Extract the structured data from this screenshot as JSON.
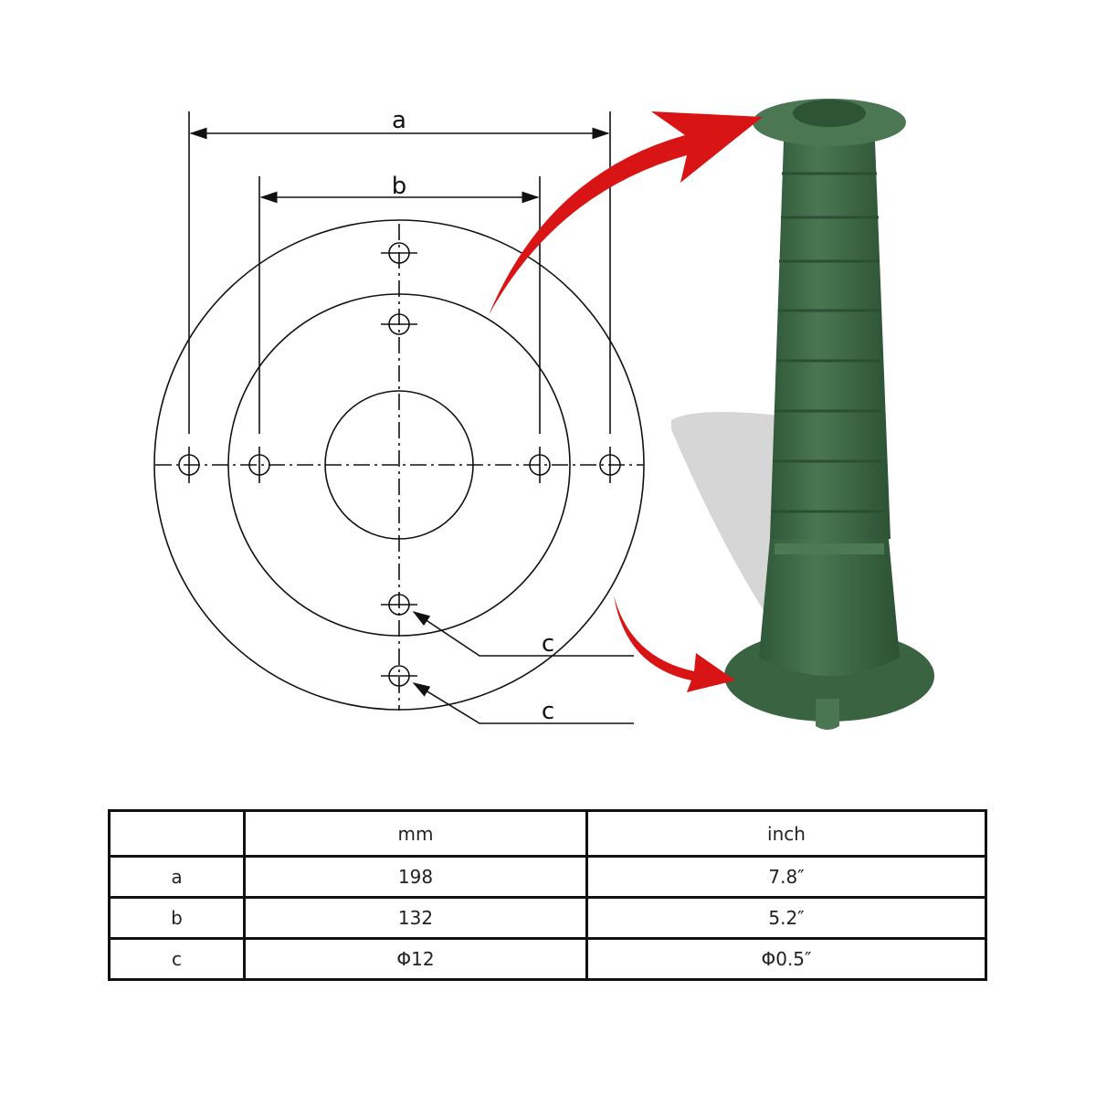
{
  "labels": {
    "a": "a",
    "b": "b",
    "c1": "c",
    "c2": "c"
  },
  "colors": {
    "pump": "#3f6b48",
    "arrow": "#d81414",
    "line": "#111111"
  },
  "table": {
    "header": [
      "",
      "mm",
      "inch"
    ],
    "rows": [
      [
        "a",
        "198",
        "7.8″"
      ],
      [
        "b",
        "132",
        "5.2″"
      ],
      [
        "c",
        "Φ12",
        "Φ0.5″"
      ]
    ]
  }
}
